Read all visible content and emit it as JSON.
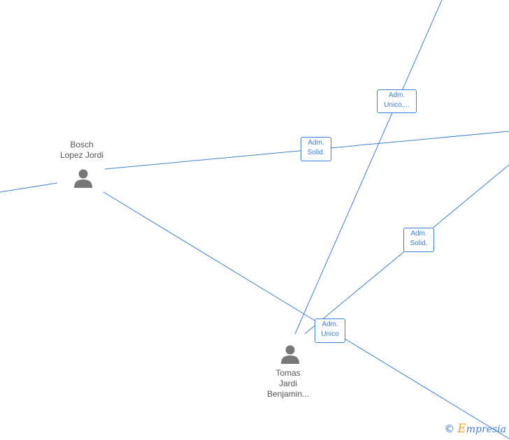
{
  "persons": [
    {
      "id": "bosch",
      "lines": [
        "Bosch",
        "Lopez Jordi"
      ]
    },
    {
      "id": "tomas",
      "lines": [
        "Tomas",
        "Jardi",
        "Benjamin..."
      ]
    }
  ],
  "edge_labels": [
    {
      "id": "adm-unico-top",
      "lines": [
        "Adm.",
        "Unico,..."
      ]
    },
    {
      "id": "adm-solid-left",
      "lines": [
        "Adm.",
        "Solid."
      ]
    },
    {
      "id": "adm-solid-right",
      "lines": [
        "Adm.",
        "Solid."
      ]
    },
    {
      "id": "adm-unico-bottom",
      "lines": [
        "Adm.",
        "Unico"
      ]
    }
  ],
  "watermark": {
    "symbol": "©",
    "brand_first": "E",
    "brand_rest": "mpresia"
  },
  "colors": {
    "edge": "#3a7fd5",
    "person_icon": "#777777",
    "label_text": "#555555"
  }
}
